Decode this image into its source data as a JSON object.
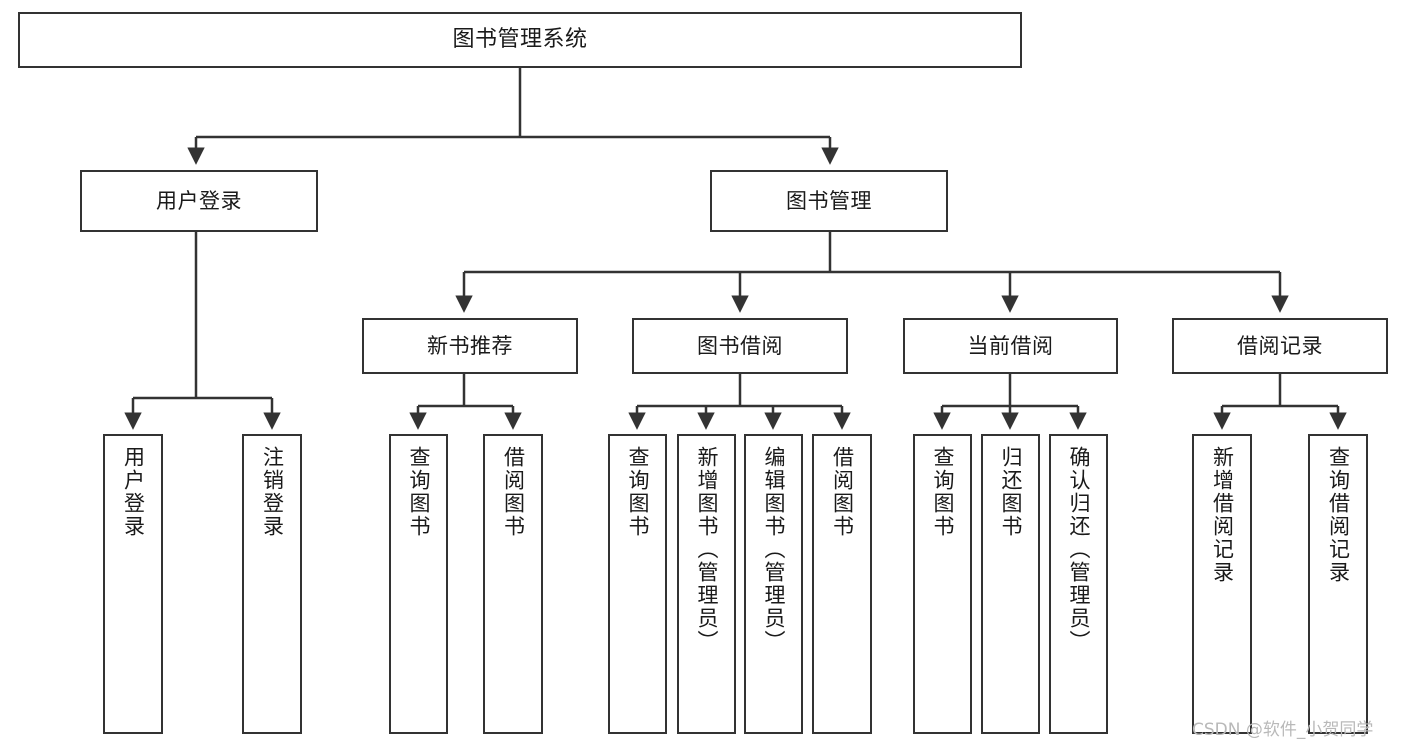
{
  "diagram": {
    "title": "图书管理系统",
    "watermark": "CSDN @软件_小贺同学",
    "line_color": "#333333",
    "box_fill": "#ffffff",
    "text_color": "#1a1a1a"
  },
  "nodes": {
    "root": {
      "label": "图书管理系统"
    },
    "level2": [
      {
        "label": "用户登录"
      },
      {
        "label": "图书管理"
      }
    ],
    "level3": [
      {
        "label": "新书推荐"
      },
      {
        "label": "图书借阅"
      },
      {
        "label": "当前借阅"
      },
      {
        "label": "借阅记录"
      }
    ],
    "leaves_user_login": [
      {
        "label": "用户登录"
      },
      {
        "label": "注销登录"
      }
    ],
    "leaves_new_books": [
      {
        "label": "查询图书"
      },
      {
        "label": "借阅图书"
      }
    ],
    "leaves_borrow": [
      {
        "label": "查询图书"
      },
      {
        "label": "新增图书（管理员）"
      },
      {
        "label": "编辑图书（管理员）"
      },
      {
        "label": "借阅图书"
      }
    ],
    "leaves_current": [
      {
        "label": "查询图书"
      },
      {
        "label": "归还图书"
      },
      {
        "label": "确认归还（管理员）"
      }
    ],
    "leaves_records": [
      {
        "label": "新增借阅记录"
      },
      {
        "label": "查询借阅记录"
      }
    ]
  }
}
